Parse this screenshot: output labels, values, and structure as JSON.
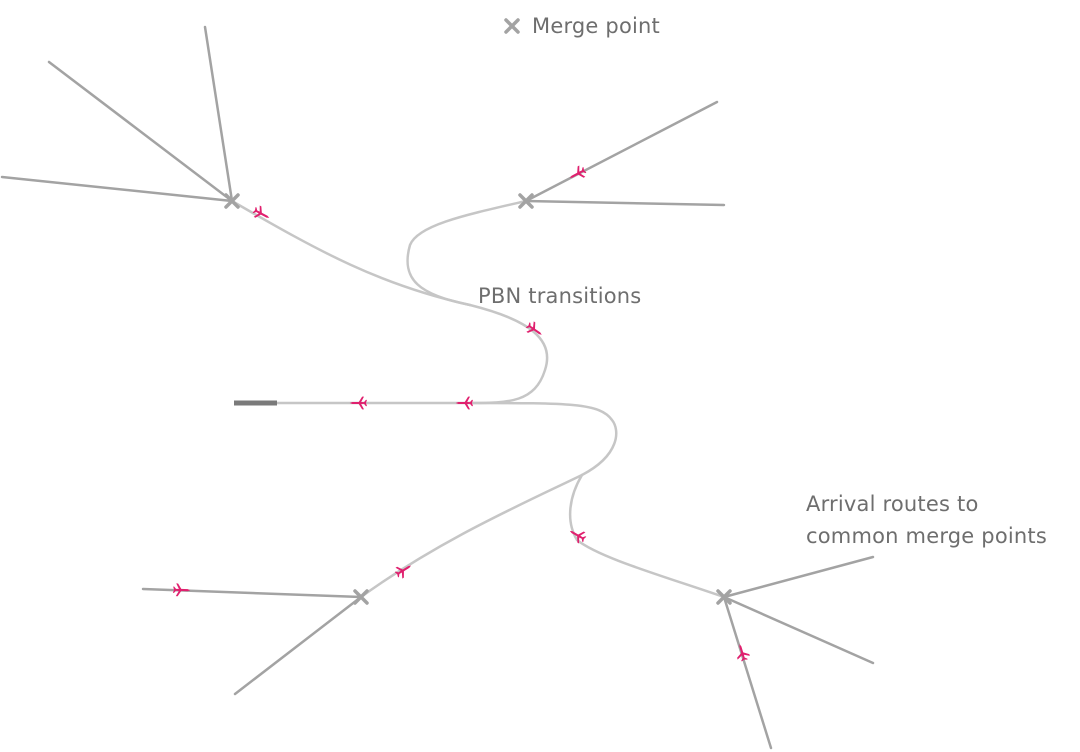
{
  "legend": {
    "merge_point_label": "Merge point",
    "merge_point_icon": "cross-icon",
    "merge_point_color": "#a3a3a3"
  },
  "labels": {
    "pbn_transitions": "PBN transitions",
    "arrival_routes": "Arrival routes to\ncommon merge points"
  },
  "colors": {
    "aircraft": "#e0206e",
    "feeder_route": "#a3a3a3",
    "transition_route": "#c6c6c6",
    "runway": "#7a7a7a"
  },
  "icons": {
    "aircraft": "airplane-icon",
    "merge_point": "cross-icon",
    "runway": "runway-bar"
  }
}
